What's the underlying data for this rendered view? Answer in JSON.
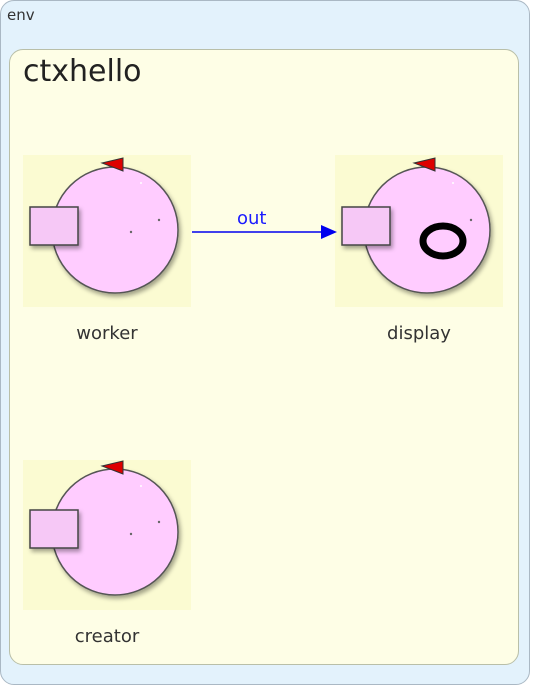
{
  "environment": {
    "label": "env"
  },
  "context": {
    "title": "ctxhello"
  },
  "actors": {
    "worker": {
      "label": "worker"
    },
    "display": {
      "label": "display"
    },
    "creator": {
      "label": "creator"
    }
  },
  "links": {
    "out": {
      "label": "out"
    }
  },
  "colors": {
    "env_bg": "#e3f2fc",
    "ctx_bg": "#fefee6",
    "actor_body": "#ffccff",
    "port_fill": "#f6c8f6",
    "direction_marker": "#dd0000",
    "link": "#0000ee"
  }
}
